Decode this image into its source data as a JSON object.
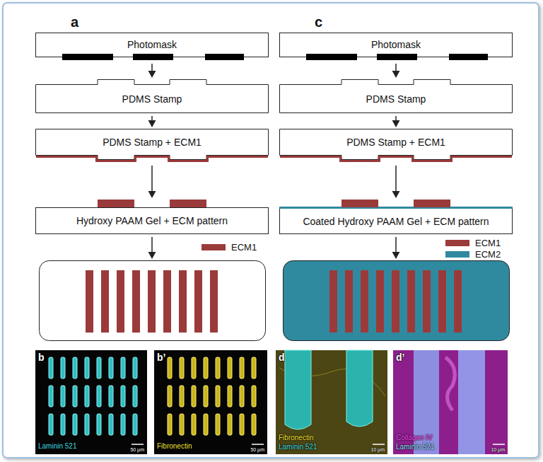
{
  "diagram": {
    "nodes": [
      {
        "text": [
          "Photomask"
        ]
      },
      {
        "text": [
          "PDMS Stamp"
        ]
      },
      {
        "text": [
          "PDMS Stamp + ECM1"
        ]
      },
      {
        "text": [
          "Hydroxy PAAM Gel + ECM pattern"
        ]
      },
      {
        "text": [
          "Photomask"
        ]
      },
      {
        "text": [
          "PDMS Stamp"
        ]
      },
      {
        "text": [
          "PDMS Stamp + ECM1"
        ]
      },
      {
        "text": [
          "Coated Hydroxy PAAM Gel + ECM pattern"
        ]
      },
      {
        "text": [
          "b",
          "Laminin 521",
          "50 µm"
        ]
      },
      {
        "text": [
          "b’",
          "Fibronectin",
          "50 µm"
        ]
      },
      {
        "text": [
          "d",
          "Fibronectin",
          "Laminin 521",
          "10 µm"
        ]
      },
      {
        "text": [
          "d’",
          "Collagen IV",
          "Laminin 521",
          "10 µm"
        ]
      }
    ],
    "edges": [
      {
        "from": 0,
        "to": 1,
        "arrow": "to"
      },
      {
        "from": 1,
        "to": 2,
        "arrow": "to"
      },
      {
        "from": 2,
        "to": 3,
        "arrow": "to"
      },
      {
        "from": 4,
        "to": 5,
        "arrow": "to"
      },
      {
        "from": 5,
        "to": 6,
        "arrow": "to"
      },
      {
        "from": 6,
        "to": 7,
        "arrow": "to"
      }
    ],
    "labels": [
      "a",
      "c"
    ],
    "legend": [
      {
        "text": "ECM1",
        "color": "#9b3a3a"
      },
      {
        "text": "ECM1",
        "color": "#9b3a3a"
      },
      {
        "text": "ECM2",
        "color": "#2f8aa0"
      }
    ]
  }
}
